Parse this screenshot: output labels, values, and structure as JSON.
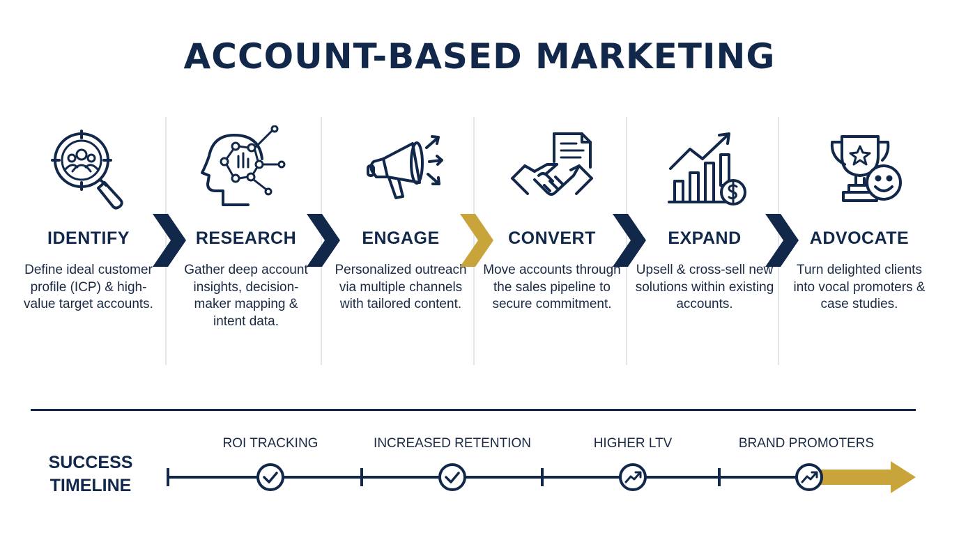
{
  "title": "ACCOUNT-BASED MARKETING",
  "stages": [
    {
      "label": "IDENTIFY",
      "desc": "Define ideal customer profile (ICP) & high-value target accounts.",
      "icon": "magnifier-people-icon"
    },
    {
      "label": "RESEARCH",
      "desc": "Gather deep account insights, decision-maker mapping & intent data.",
      "icon": "brain-network-icon"
    },
    {
      "label": "ENGAGE",
      "desc": "Personalized outreach via multiple channels with tailored content.",
      "icon": "megaphone-icon"
    },
    {
      "label": "CONVERT",
      "desc": "Move accounts through the sales pipeline to secure commitment.",
      "icon": "handshake-contract-icon"
    },
    {
      "label": "EXPAND",
      "desc": "Upsell & cross-sell new solutions within existing accounts.",
      "icon": "growth-chart-dollar-icon"
    },
    {
      "label": "ADVOCATE",
      "desc": "Turn delighted clients into vocal promoters & case studies.",
      "icon": "trophy-smile-icon"
    }
  ],
  "timeline": {
    "title_line1": "SUCCESS",
    "title_line2": "TIMELINE",
    "milestones": [
      {
        "label": "ROI TRACKING",
        "icon": "check-circle-icon"
      },
      {
        "label": "INCREASED RETENTION",
        "icon": "check-circle-icon"
      },
      {
        "label": "HIGHER LTV",
        "icon": "trend-circle-icon"
      },
      {
        "label": "BRAND PROMOTERS",
        "icon": "trend-circle-icon"
      }
    ]
  },
  "colors": {
    "navy": "#12284a",
    "gold": "#c9a43a",
    "divider": "#e4e6ea"
  }
}
